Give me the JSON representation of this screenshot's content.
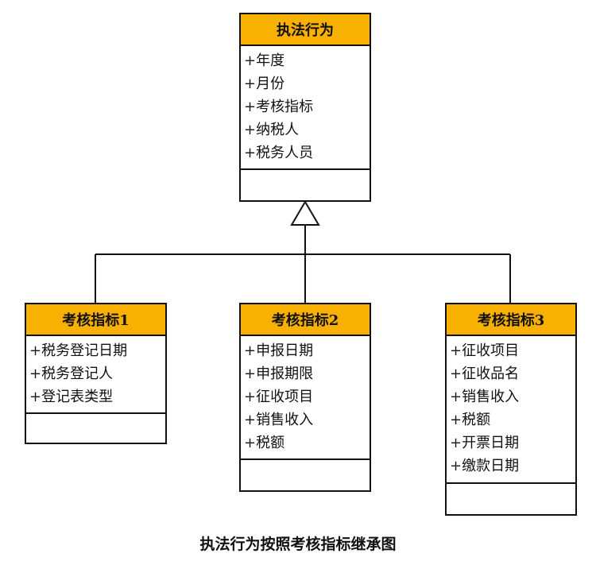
{
  "parent": {
    "name": "执法行为",
    "attributes": [
      "+年度",
      "+月份",
      "+考核指标",
      "+纳税人",
      "+税务人员"
    ]
  },
  "children": [
    {
      "name": "考核指标1",
      "attributes": [
        "+税务登记日期",
        "+税务登记人",
        "+登记表类型"
      ]
    },
    {
      "name": "考核指标2",
      "attributes": [
        "+申报日期",
        "+申报期限",
        "+征收项目",
        "+销售收入",
        "+税额"
      ]
    },
    {
      "name": "考核指标3",
      "attributes": [
        "+征收项目",
        "+征收品名",
        "+销售收入",
        "+税额",
        "+开票日期",
        "+缴款日期"
      ]
    }
  ],
  "caption": "执法行为按照考核指标继承图"
}
